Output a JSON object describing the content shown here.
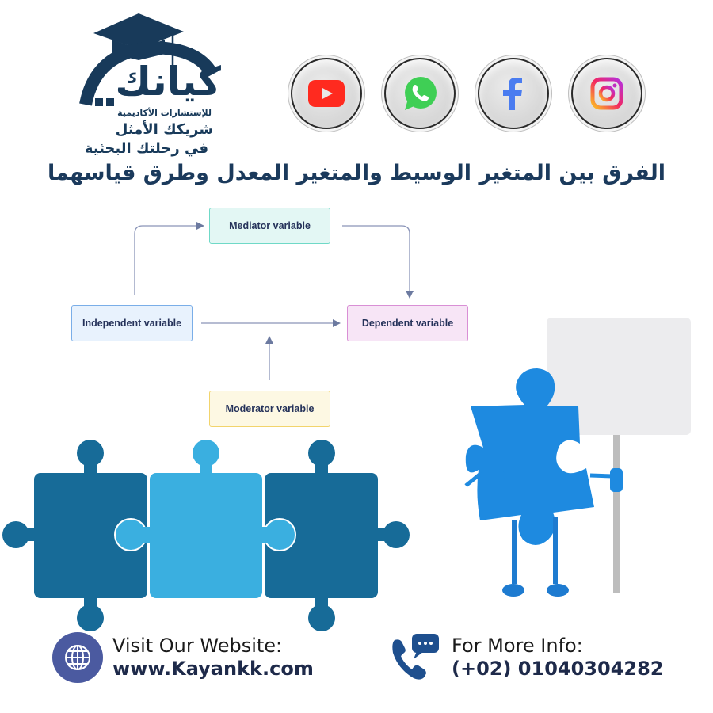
{
  "logo": {
    "brand_name": "كيانك",
    "subtitle": "للإستشارات الأكاديمية",
    "tagline_line1": "شريكك الأمثل",
    "tagline_line2": "في رحلتك البحثية",
    "color": "#183a5a"
  },
  "social": [
    {
      "name": "YouTube",
      "icon": "youtube-icon",
      "color": "#ff2a1f"
    },
    {
      "name": "WhatsApp",
      "icon": "whatsapp-icon",
      "color": "#3fcf55"
    },
    {
      "name": "Facebook",
      "icon": "facebook-icon",
      "color": "#4a7cf0"
    },
    {
      "name": "Instagram",
      "icon": "instagram-icon",
      "color": "#e1306c"
    }
  ],
  "title": "الفرق بين المتغير الوسيط والمتغير المعدل وطرق قياسهما",
  "diagram": {
    "nodes": {
      "mediator": "Mediator variable",
      "independent": "Independent variable",
      "dependent": "Dependent variable",
      "moderator": "Moderator variable"
    },
    "edges": [
      {
        "from": "Independent variable",
        "to": "Mediator variable"
      },
      {
        "from": "Mediator variable",
        "to": "Dependent variable"
      },
      {
        "from": "Independent variable",
        "to": "Dependent variable"
      },
      {
        "from": "Moderator variable",
        "to": "Independent→Dependent path"
      }
    ]
  },
  "colors": {
    "puzzle_dark": "#176b98",
    "puzzle_light": "#3aafe0",
    "character_blue": "#1e8ae0",
    "title": "#1b3a5c"
  },
  "footer": {
    "website_label": "Visit Our Website:",
    "website_value": "www.Kayankk.com",
    "phone_label": "For More Info:",
    "phone_value": "(+02) 01040304282"
  }
}
